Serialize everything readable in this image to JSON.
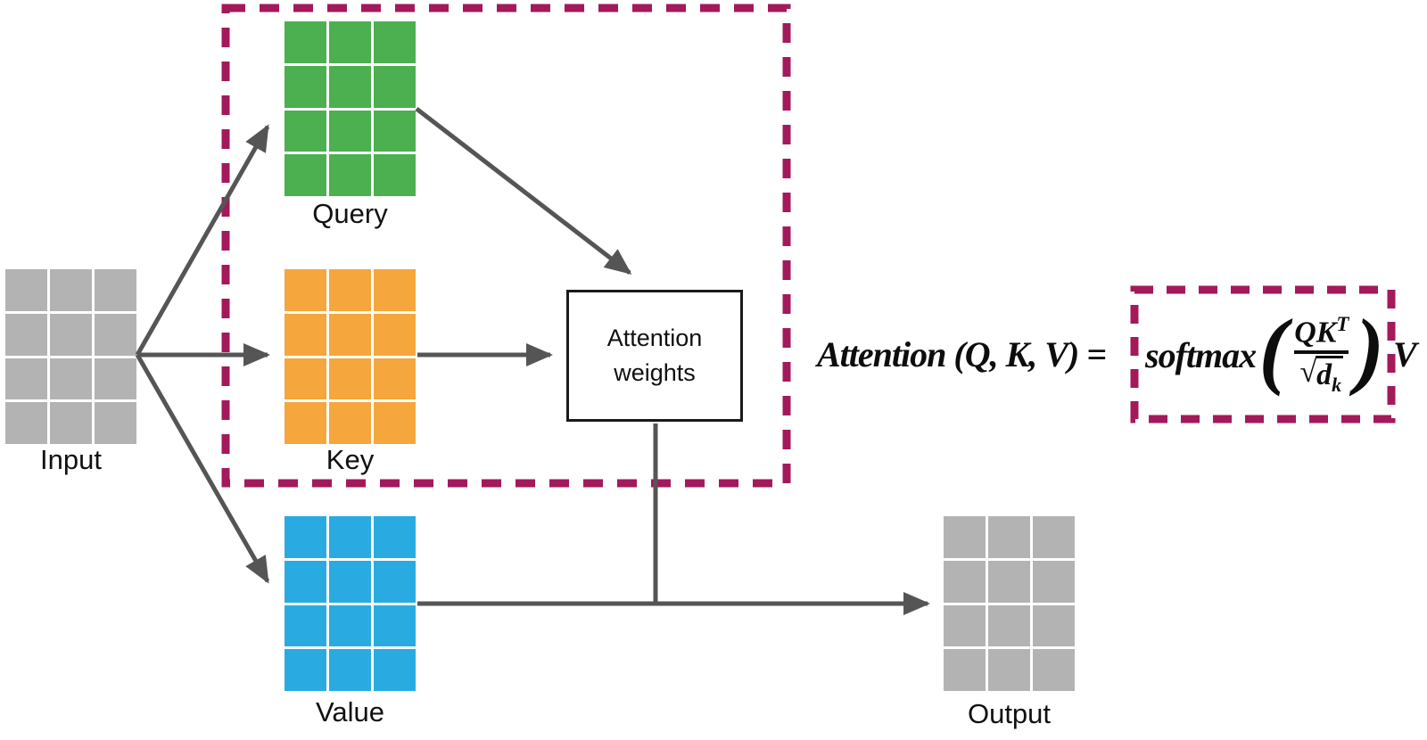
{
  "diagram": {
    "nodes": {
      "input": {
        "label": "Input"
      },
      "query": {
        "label": "Query"
      },
      "key": {
        "label": "Key"
      },
      "value": {
        "label": "Value"
      },
      "output": {
        "label": "Output"
      },
      "attention_weights": {
        "label": "Attention weights"
      }
    },
    "grid": {
      "rows": 4,
      "cols": 3
    },
    "formula": {
      "lhs": "Attention (Q, K, V)",
      "equals": "=",
      "function": "softmax",
      "paren_open": "(",
      "paren_close": ")",
      "numerator": "QK",
      "numerator_sup": "T",
      "radical": "√",
      "denominator": "d",
      "denominator_sub": "k",
      "tail": "V"
    },
    "colors": {
      "input_matrix": "#b3b3b3",
      "query_matrix": "#4caf50",
      "key_matrix": "#f5a63c",
      "value_matrix": "#29abe2",
      "output_matrix": "#b3b3b3",
      "dashed_outline": "#a3195b",
      "arrow": "#555555",
      "text": "#111111"
    }
  }
}
